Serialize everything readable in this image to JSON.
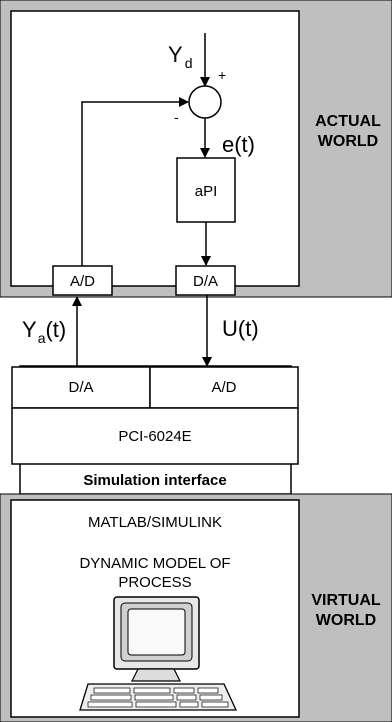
{
  "colors": {
    "world_band": "#bfbfbf",
    "panel_fill": "#ffffff",
    "line": "#000000"
  },
  "actual_world": {
    "label_line1": "ACTUAL",
    "label_line2": "WORLD"
  },
  "virtual_world": {
    "label_line1": "VIRTUAL",
    "label_line2": "WORLD"
  },
  "controller": {
    "setpoint_main": "Y",
    "setpoint_sub": "d",
    "plus_sign": "+",
    "minus_sign": "-",
    "error_label": "e(t)",
    "block_label": "aPI",
    "adc_label": "A/D",
    "dac_label": "D/A"
  },
  "signals": {
    "feedback_main": "Y",
    "feedback_sub": "a",
    "feedback_arg": "(t)",
    "control_label": "U(t)"
  },
  "interface": {
    "dac_label": "D/A",
    "adc_label": "A/D",
    "card_label": "PCI-6024E",
    "title": "Simulation interface"
  },
  "virtual": {
    "line1": "MATLAB/SIMULINK",
    "line2": "DYNAMIC MODEL OF",
    "line3": "PROCESS"
  },
  "icons": {
    "computer": "computer-workstation-icon"
  }
}
